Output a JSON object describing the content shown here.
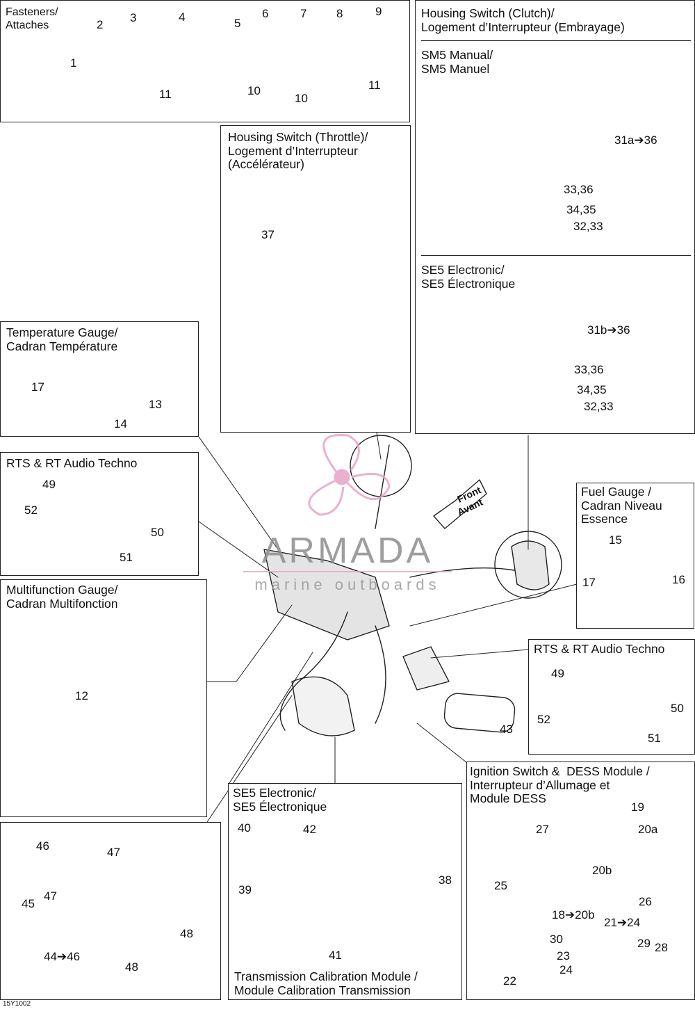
{
  "panels": {
    "fasteners": "Fasteners/\nAttaches",
    "clutch": "Housing Switch (Clutch)/\nLogement d’Interrupteur (Embrayage)",
    "sm5": "SM5 Manual/\nSM5 Manuel",
    "se5_top": "SE5 Electronic/\nSE5 Électronique",
    "throttle": "Housing Switch (Throttle)/\nLogement d’Interrupteur\n(Accélérateur)",
    "temp": "Temperature Gauge/\nCadran Température",
    "rts_left": "RTS & RT Audio Techno",
    "multi": "Multifunction Gauge/\nCadran Multifonction",
    "fuel": "Fuel Gauge /\nCadran Niveau\nEssence",
    "rts_right": "RTS & RT Audio Techno",
    "ignition": "Ignition Switch &  DESS Module /\nInterrupteur d’Allumage et\nModule DESS",
    "se5_bottom": "SE5 Electronic/\nSE5 Électronique",
    "transmission": "Transmission Calibration Module /\nModule Calibration Transmission"
  },
  "labels": {
    "fasteners": [
      "1",
      "2",
      "3",
      "4",
      "5",
      "6",
      "7",
      "8",
      "9",
      "10",
      "10",
      "11",
      "11"
    ],
    "clutch_sm5": [
      "31a➔36",
      "33,36",
      "34,35",
      "32,33"
    ],
    "clutch_se5": [
      "31b➔36",
      "33,36",
      "34,35",
      "32,33"
    ],
    "throttle": [
      "37"
    ],
    "temp": [
      "17",
      "13",
      "14"
    ],
    "rts_left": [
      "49",
      "52",
      "50",
      "51"
    ],
    "multi": [
      "12"
    ],
    "fuel": [
      "15",
      "17",
      "16"
    ],
    "rts_right": [
      "49",
      "50",
      "52",
      "51"
    ],
    "main": [
      "43"
    ],
    "ignition": [
      "19",
      "27",
      "20a",
      "25",
      "20b",
      "26",
      "18➔20b",
      "21➔24",
      "30",
      "29",
      "28",
      "23",
      "24",
      "22"
    ],
    "motor": [
      "46",
      "47",
      "45",
      "47",
      "48",
      "44➔46",
      "48"
    ],
    "se5_bottom": [
      "40",
      "42",
      "39",
      "38",
      "41"
    ]
  },
  "arrow": {
    "line1": "Front",
    "line2": "Avant"
  },
  "watermark": {
    "brand": "ARMADA",
    "tagline": "marine outboards",
    "color": "#e8a3c8"
  },
  "drawing_code": "15Y1002"
}
